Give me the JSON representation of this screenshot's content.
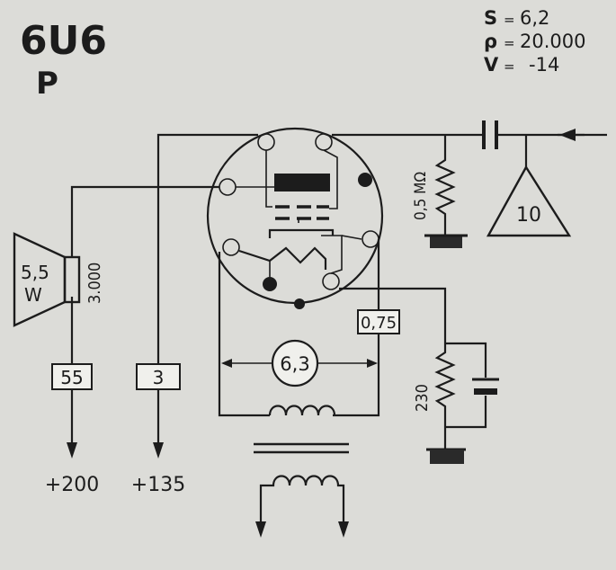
{
  "tube": {
    "name": "6U6",
    "subtitle": "P"
  },
  "specs": [
    {
      "symbol": "S",
      "value": "6,2"
    },
    {
      "symbol": "ρ",
      "value": "20.000"
    },
    {
      "symbol": "V",
      "value": "-14"
    }
  ],
  "components": {
    "grid_resistor": "0,5 MΩ",
    "preamp_gain": "10",
    "speaker_power_value": "5,5",
    "speaker_power_unit": "W",
    "speaker_impedance": "3.000",
    "plate_current": "55",
    "screen_current": "3",
    "heater_voltage": "6,3",
    "heater_current": "0,75",
    "cathode_resistor": "230"
  },
  "supply": {
    "plate": "+200",
    "screen": "+135"
  },
  "colors": {
    "background": "#dcdcd8",
    "ink": "#1c1c1c"
  }
}
